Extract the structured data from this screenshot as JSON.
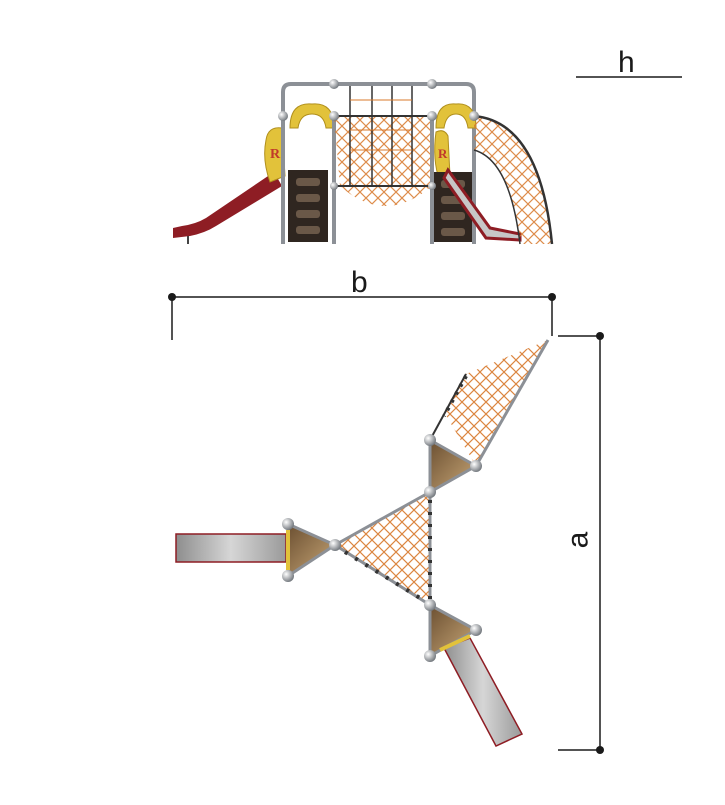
{
  "dimensions": {
    "h": "h",
    "b": "b",
    "a": "a"
  },
  "colors": {
    "slide_red": "#8e1d24",
    "slide_gray": "#b8b8b8",
    "panel_yellow": "#e2c23a",
    "ladder_dark": "#2f2620",
    "net_orange": "#d8782b",
    "post_gray": "#8c9096",
    "dim_line": "#1a1a1a",
    "triangle_brown": "#8a6a44"
  }
}
